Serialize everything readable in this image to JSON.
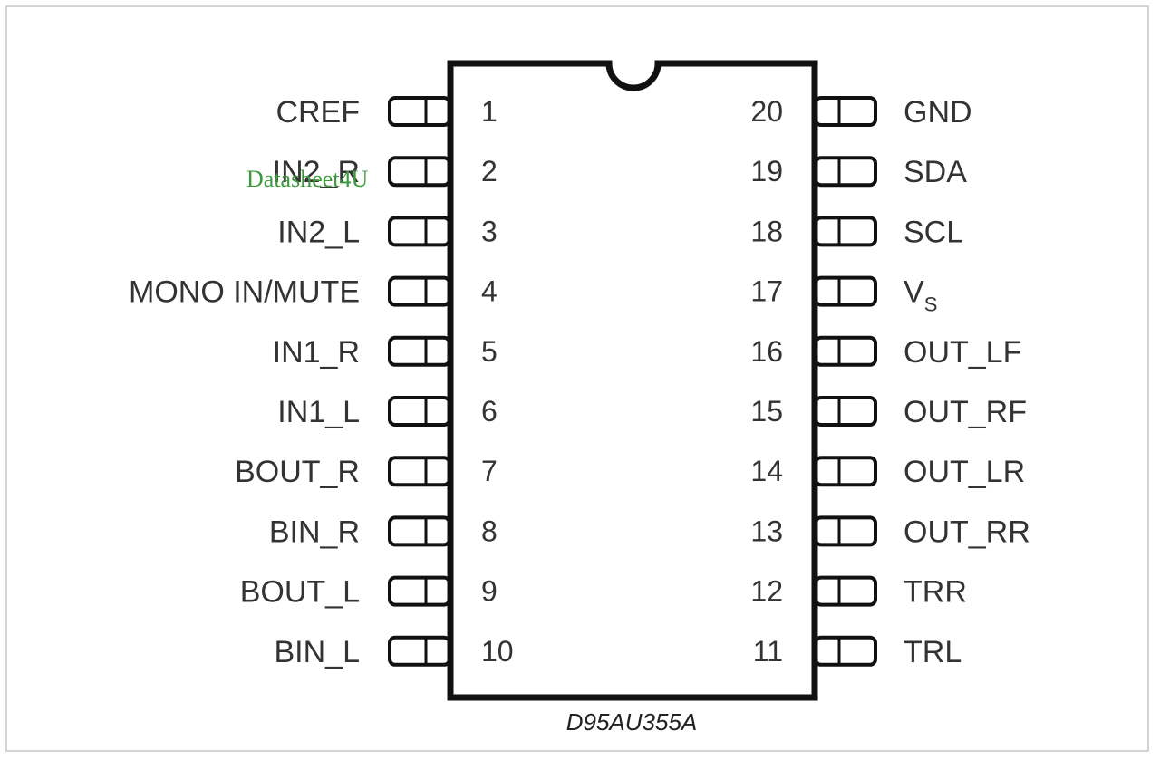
{
  "diagram": {
    "part_code": "D95AU355A",
    "watermark": "Datasheet4U",
    "colors": {
      "body_stroke": "#111111",
      "text": "#333333",
      "watermark": "#3c9a3c"
    },
    "left_pins": [
      {
        "number": "1",
        "label": "CREF"
      },
      {
        "number": "2",
        "label": "IN2_R"
      },
      {
        "number": "3",
        "label": "IN2_L"
      },
      {
        "number": "4",
        "label": "MONO IN/MUTE"
      },
      {
        "number": "5",
        "label": "IN1_R"
      },
      {
        "number": "6",
        "label": "IN1_L"
      },
      {
        "number": "7",
        "label": "BOUT_R"
      },
      {
        "number": "8",
        "label": "BIN_R"
      },
      {
        "number": "9",
        "label": "BOUT_L"
      },
      {
        "number": "10",
        "label": "BIN_L"
      }
    ],
    "right_pins": [
      {
        "number": "20",
        "label": "GND"
      },
      {
        "number": "19",
        "label": "SDA"
      },
      {
        "number": "18",
        "label": "SCL"
      },
      {
        "number": "17",
        "label": "V",
        "subscript": "S"
      },
      {
        "number": "16",
        "label": "OUT_LF"
      },
      {
        "number": "15",
        "label": "OUT_RF"
      },
      {
        "number": "14",
        "label": "OUT_LR"
      },
      {
        "number": "13",
        "label": "OUT_RR"
      },
      {
        "number": "12",
        "label": "TRR"
      },
      {
        "number": "11",
        "label": "TRL"
      }
    ]
  }
}
